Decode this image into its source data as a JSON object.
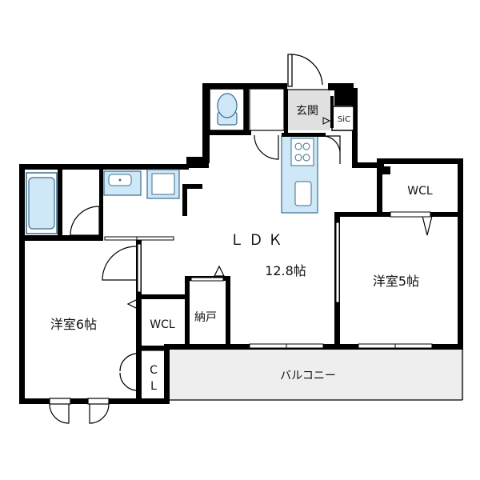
{
  "rooms": {
    "ldk_label": "ＬＤＫ",
    "ldk_size": "12.8帖",
    "western_6": "洋室6帖",
    "western_5": "洋室5帖",
    "wcl_left": "WCL",
    "wcl_right": "WCL",
    "storage": "納戸",
    "entrance": "玄関",
    "sic": "SiC",
    "closet_c": "C",
    "closet_l": "L",
    "balcony": "バルコニー"
  },
  "colors": {
    "wall": "#000000",
    "fixture_fill": "#cfe8f7",
    "fixture_stroke": "#3a6d8c",
    "entrance_floor": "#e0e0e0",
    "balcony_floor": "#eeeeee"
  }
}
